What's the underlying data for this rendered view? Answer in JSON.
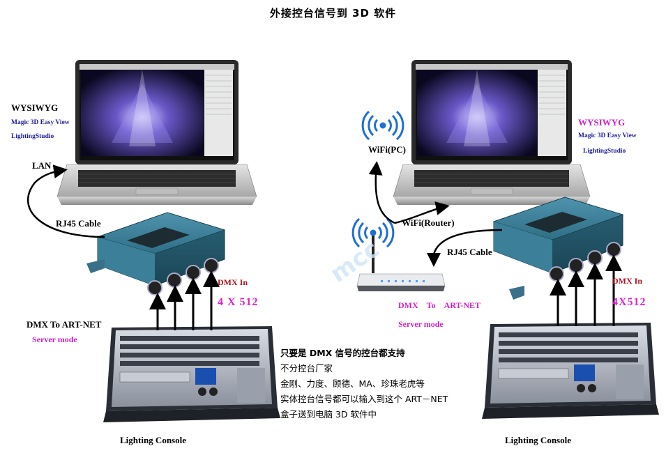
{
  "title": "外接控台信号到 3D 软件",
  "watermark": "mcc",
  "left": {
    "software": [
      "WYSIWYG",
      "Magic 3D Easy View",
      "LightingStudio"
    ],
    "lan_label": "LAN",
    "cable_label": "RJ45 Cable",
    "dmx_in": "DMX In",
    "universes": "4 X 512",
    "mode_title": "DMX To ART-NET",
    "mode_sub": "Server mode",
    "console_label": "Lighting Console"
  },
  "right": {
    "wifi_pc": "WiFi(PC)",
    "wifi_router": "WiFi(Router)",
    "software": [
      "WYSIWYG",
      "Magic 3D Easy View",
      "LightingStudio"
    ],
    "cable_label": "RJ45 Cable",
    "dmx_in": "DMX In",
    "universes": "4X512",
    "mode_title": "DMX　To　ART-NET",
    "mode_sub": "Server mode",
    "console_label": "Lighting Console"
  },
  "note_lines": [
    "只要是 DMX 信号的控台都支持",
    "不分控台厂家",
    "金刚、力度、顾德、MA、珍珠老虎等",
    "实体控台信号都可以输入到这个 ART－NET",
    "盒子送到电脑 3D 软件中"
  ],
  "colors": {
    "magenta": "#d020c8",
    "blue": "#1c1c9c",
    "red": "#b0141e",
    "box": "#2d6e86"
  }
}
